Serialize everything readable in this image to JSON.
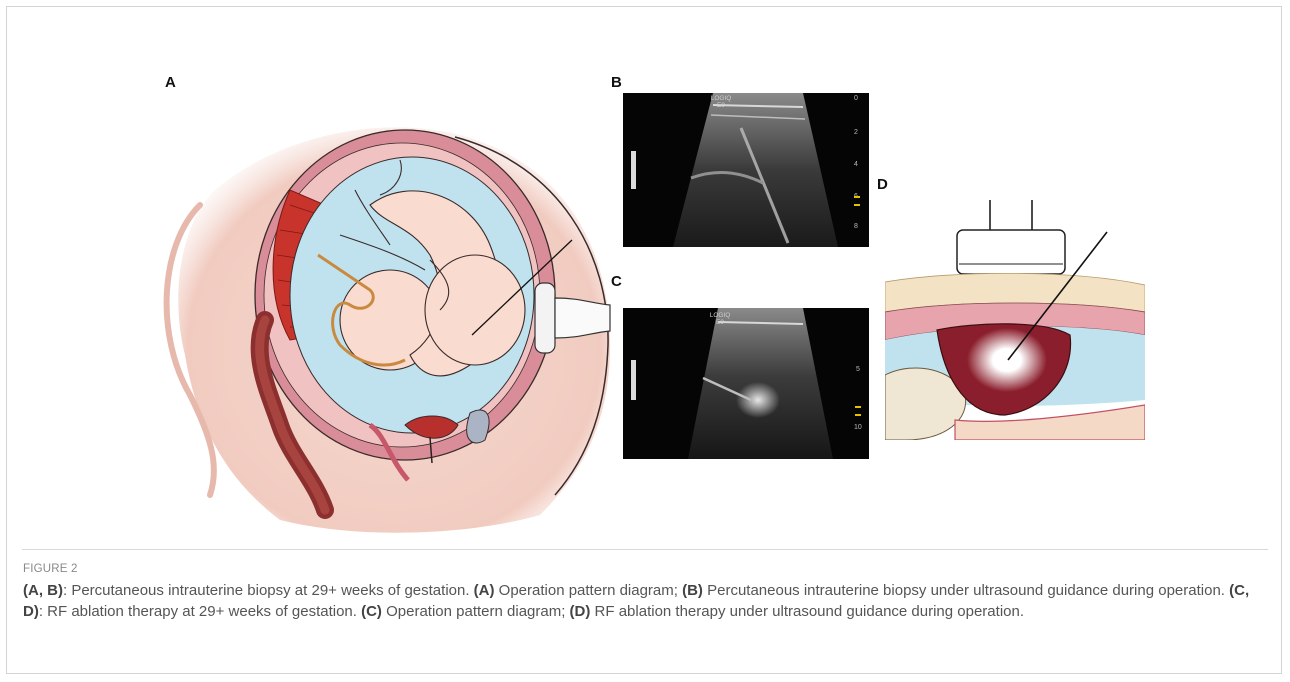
{
  "figure": {
    "label": "FIGURE 2",
    "panels": {
      "a": "A",
      "b": "B",
      "c": "C",
      "d": "D"
    },
    "ultrasound_b": {
      "brand": "LOGIQ",
      "model": "E9",
      "scale_ticks": [
        "0",
        "2",
        "4",
        "6",
        "8"
      ]
    },
    "ultrasound_c": {
      "brand": "LOGIQ",
      "model": "E9",
      "scale_ticks": [
        "5",
        "10"
      ]
    }
  },
  "caption": {
    "s1_ref": "(A, B)",
    "s1_text": ": Percutaneous intrauterine biopsy at 29+ weeks of gestation. ",
    "s2_ref": "(A)",
    "s2_text": " Operation pattern diagram; ",
    "s3_ref": "(B)",
    "s3_text": " Percutaneous intrauterine biopsy under ultrasound guidance during operation. ",
    "s4_ref": "(C, D)",
    "s4_text": ": RF ablation therapy at 29+ weeks of gestation. ",
    "s5_ref": "(C)",
    "s5_text": " Operation pattern diagram; ",
    "s6_ref": "(D)",
    "s6_text": " RF ablation therapy under ultrasound guidance during operation."
  }
}
